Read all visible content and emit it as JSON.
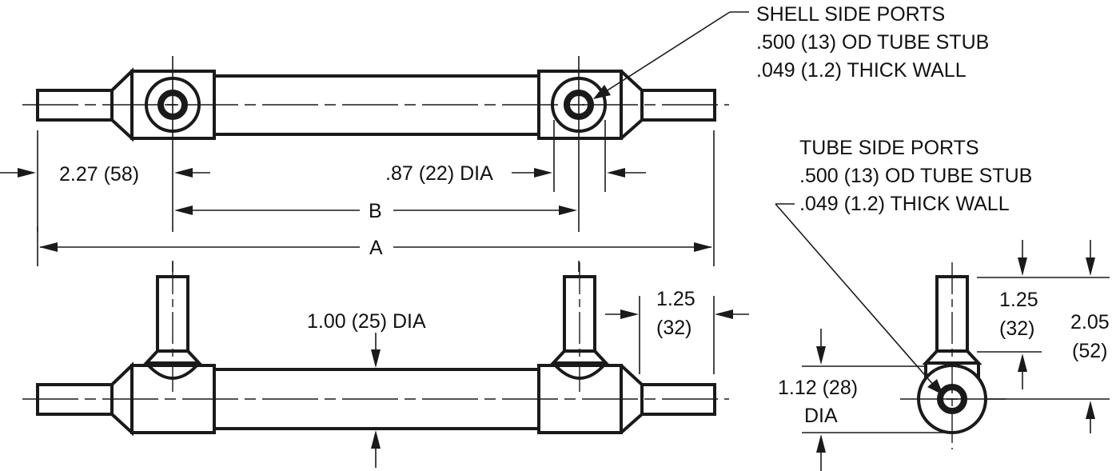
{
  "drawing": {
    "views": [
      "top-view",
      "front-view",
      "end-view"
    ],
    "dimensions": {
      "end_stub_length": "2.27 (58)",
      "port_dia": ".87 (22) DIA",
      "dim_b": "B",
      "dim_a": "A",
      "shell_dia": "1.00 (25) DIA",
      "stub_length_top_1": "1.25",
      "stub_length_top_2": "(32)",
      "end_port_height_1": "1.25",
      "end_port_height_2": "(32)",
      "total_height_1": "2.05",
      "total_height_2": "(52)",
      "end_dia_1": "1.12 (28)",
      "end_dia_2": "DIA"
    },
    "callouts": {
      "shell_side": {
        "line1": "SHELL SIDE PORTS",
        "line2": ".500 (13) OD TUBE STUB",
        "line3": ".049 (1.2) THICK WALL"
      },
      "tube_side": {
        "line1": "TUBE SIDE PORTS",
        "line2": ".500 (13) OD TUBE STUB",
        "line3": ".049 (1.2) THICK WALL"
      }
    }
  }
}
